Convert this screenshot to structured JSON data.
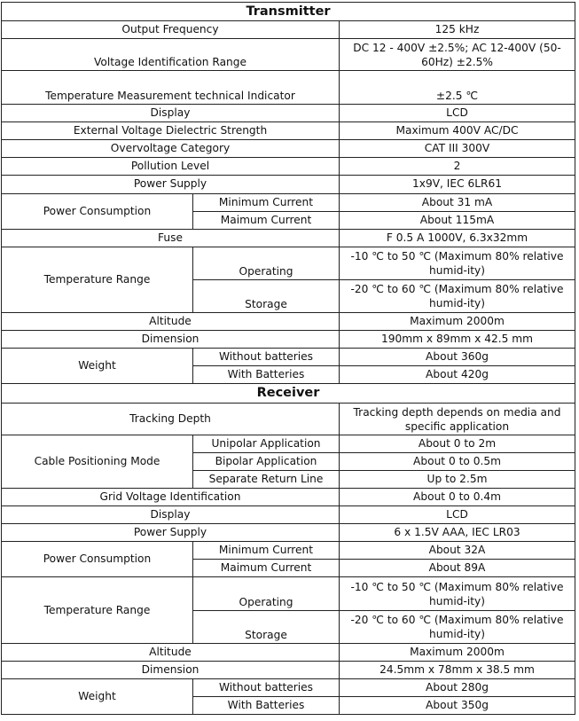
{
  "transmitter": {
    "title": "Transmitter",
    "output_frequency": {
      "label": "Output Frequency",
      "value": "125 kHz"
    },
    "voltage_identification": {
      "label": "Voltage Identification Range",
      "value": "DC 12 - 400V ±2.5%; AC 12-400V (50-60Hz) ±2.5%"
    },
    "temperature_measurement": {
      "label": "Temperature Measurement technical Indicator",
      "value": "±2.5 ℃"
    },
    "display": {
      "label": "Display",
      "value": "LCD"
    },
    "dielectric_strength": {
      "label": "External Voltage Dielectric Strength",
      "value": "Maximum 400V AC/DC"
    },
    "overvoltage_category": {
      "label": "Overvoltage Category",
      "value": "CAT III 300V"
    },
    "pollution_level": {
      "label": "Pollution Level",
      "value": "2"
    },
    "power_supply": {
      "label": "Power Supply",
      "value": "1x9V, IEC 6LR61"
    },
    "power_consumption": {
      "label": "Power Consumption",
      "min_label": "Minimum Current",
      "min_value": "About 31 mA",
      "max_label": "Maimum Current",
      "max_value": "About 115mA"
    },
    "fuse": {
      "label": "Fuse",
      "value": "F 0.5 A 1000V, 6.3x32mm"
    },
    "temperature_range": {
      "label": "Temperature Range",
      "operating_label": "Operating",
      "operating_value": "-10 ℃  to 50 ℃ (Maximum 80% relative humid-ity)",
      "storage_label": "Storage",
      "storage_value": "-20 ℃ to 60 ℃ (Maximum 80% relative humid-ity)"
    },
    "altitude": {
      "label": "Altitude",
      "value": "Maximum 2000m"
    },
    "dimension": {
      "label": "Dimension",
      "value": "190mm x 89mm x 42.5 mm"
    },
    "weight": {
      "label": "Weight",
      "without_label": "Without batteries",
      "without_value": "About 360g",
      "with_label": "With Batteries",
      "with_value": "About 420g"
    }
  },
  "receiver": {
    "title": "Receiver",
    "tracking_depth": {
      "label": "Tracking Depth",
      "value": "Tracking depth depends on media and specific application"
    },
    "cable_positioning": {
      "label": "Cable Positioning Mode",
      "unipolar_label": "Unipolar Application",
      "unipolar_value": "About 0 to 2m",
      "bipolar_label": "Bipolar Application",
      "bipolar_value": "About 0 to 0.5m",
      "separate_label": "Separate Return Line",
      "separate_value": "Up to 2.5m"
    },
    "grid_voltage": {
      "label": "Grid Voltage Identification",
      "value": "About 0 to 0.4m"
    },
    "display": {
      "label": "Display",
      "value": "LCD"
    },
    "power_supply": {
      "label": "Power Supply",
      "value": "6 x 1.5V AAA, IEC LR03"
    },
    "power_consumption": {
      "label": "Power Consumption",
      "min_label": "Minimum Current",
      "min_value": "About 32A",
      "max_label": "Maimum Current",
      "max_value": "About 89A"
    },
    "temperature_range": {
      "label": "Temperature Range",
      "operating_label": "Operating",
      "operating_value": "-10 ℃  to 50 ℃ (Maximum 80% relative humid-ity)",
      "storage_label": "Storage",
      "storage_value": "-20 ℃ to 60 ℃ (Maximum 80% relative humid-ity)"
    },
    "altitude": {
      "label": "Altitude",
      "value": "Maximum 2000m"
    },
    "dimension": {
      "label": "Dimension",
      "value": "24.5mm x 78mm x 38.5 mm"
    },
    "weight": {
      "label": "Weight",
      "without_label": "Without batteries",
      "without_value": "About 280g",
      "with_label": "With Batteries",
      "with_value": "About 350g"
    }
  }
}
